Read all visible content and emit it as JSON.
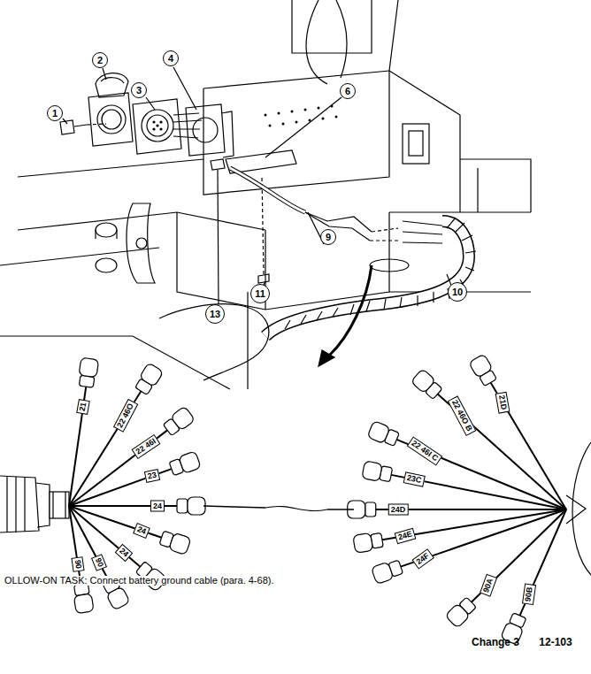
{
  "diagram": {
    "labels": [
      "1",
      "2",
      "3",
      "4",
      "6",
      "9",
      "10",
      "11",
      "13",
      "21",
      "22 46O",
      "22 46I",
      "23",
      "24",
      "24",
      "24",
      "90",
      "90",
      "21D",
      "22 46O B",
      "22 46I C",
      "23C",
      "24D",
      "24E",
      "24F",
      "90A",
      "90B",
      "OLLOW-ON TASK: Connect battery ground cable (para. 4-68).",
      "Change 3",
      "12-103"
    ]
  }
}
